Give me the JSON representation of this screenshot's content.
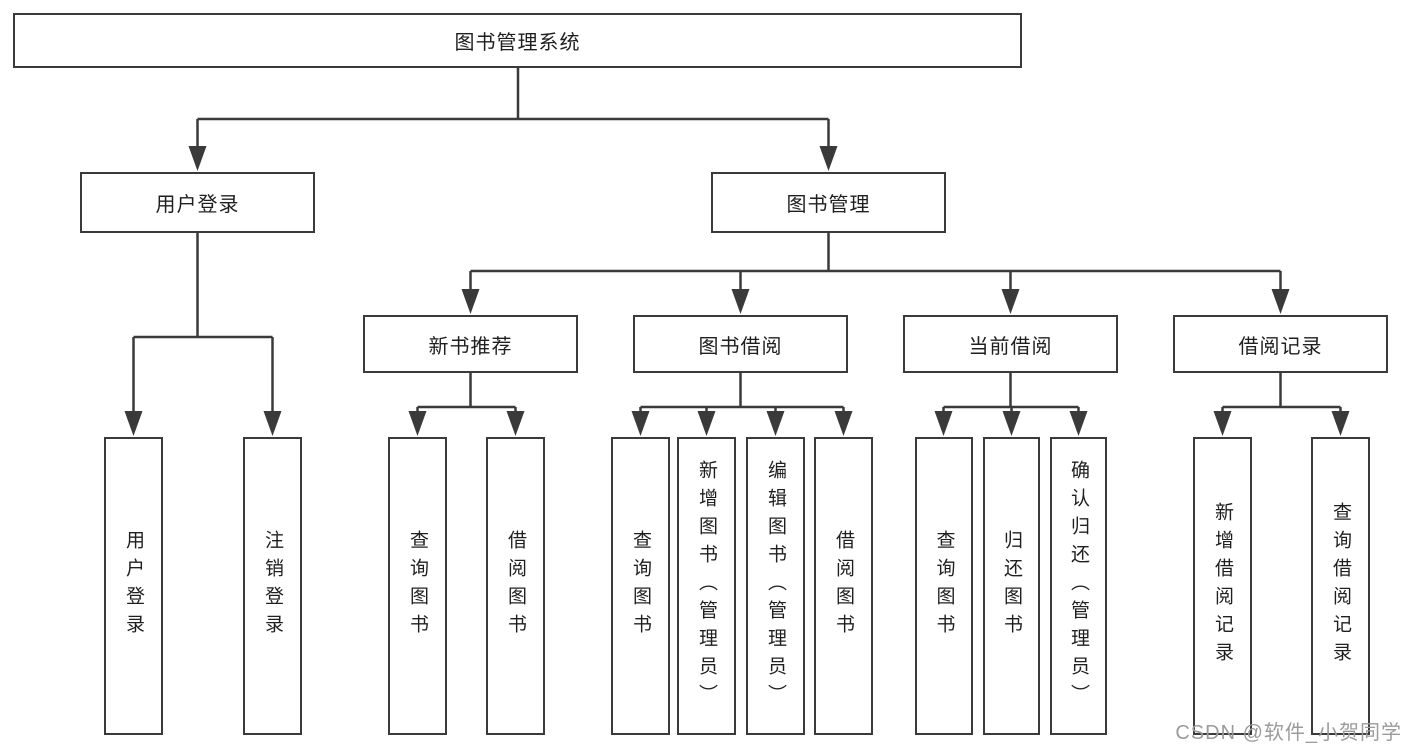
{
  "diagram": {
    "title": "图书管理系统",
    "tree": {
      "root": {
        "label": "图书管理系统",
        "children": [
          {
            "label": "用户登录",
            "leaves": [
              {
                "label": "用户登录"
              },
              {
                "label": "注销登录"
              }
            ]
          },
          {
            "label": "图书管理",
            "children": [
              {
                "label": "新书推荐",
                "leaves": [
                  {
                    "label": "查询图书"
                  },
                  {
                    "label": "借阅图书"
                  }
                ]
              },
              {
                "label": "图书借阅",
                "leaves": [
                  {
                    "label": "查询图书"
                  },
                  {
                    "label": "新增图书（管理员）"
                  },
                  {
                    "label": "编辑图书（管理员）"
                  },
                  {
                    "label": "借阅图书"
                  }
                ]
              },
              {
                "label": "当前借阅",
                "leaves": [
                  {
                    "label": "查询图书"
                  },
                  {
                    "label": "归还图书"
                  },
                  {
                    "label": "确认归还（管理员）"
                  }
                ]
              },
              {
                "label": "借阅记录",
                "leaves": [
                  {
                    "label": "新增借阅记录"
                  },
                  {
                    "label": "查询借阅记录"
                  }
                ]
              }
            ]
          }
        ]
      }
    },
    "colors": {
      "line": "#3a3a3a",
      "box_border": "#3a3a3a",
      "box_fill": "#ffffff",
      "text": "#1f1f1f",
      "background": "#ffffff"
    }
  },
  "watermark": {
    "text": "CSDN @软件_小贺同学",
    "color": "#9b9b9b"
  }
}
